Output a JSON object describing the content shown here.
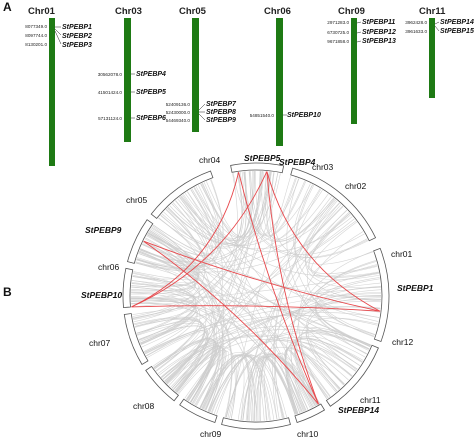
{
  "panel_a": {
    "letter": "A",
    "chromosomes": [
      {
        "name": "Chr01",
        "genes": [
          {
            "pos": "8077349.0",
            "name": "StPEBP1"
          },
          {
            "pos": "8097744.0",
            "name": "StPEBP2"
          },
          {
            "pos": "8130201.0",
            "name": "StPEBP3"
          }
        ]
      },
      {
        "name": "Chr03",
        "genes": [
          {
            "pos": "30562078.0",
            "name": "StPEBP4"
          },
          {
            "pos": "41501424.0",
            "name": "StPEBP5"
          },
          {
            "pos": "57131124.0",
            "name": "StPEBP6"
          }
        ]
      },
      {
        "name": "Chr05",
        "genes": [
          {
            "pos": "52409136.0",
            "name": "StPEBP7"
          },
          {
            "pos": "52430000.0",
            "name": "StPEBP8"
          },
          {
            "pos": "54469340.0",
            "name": "StPEBP9"
          }
        ]
      },
      {
        "name": "Chr06",
        "genes": [
          {
            "pos": "54851540.0",
            "name": "StPEBP10"
          }
        ]
      },
      {
        "name": "Chr09",
        "genes": [
          {
            "pos": "2971283.0",
            "name": "StPEBP11"
          },
          {
            "pos": "6730725.0",
            "name": "StPEBP12"
          },
          {
            "pos": "9671858.0",
            "name": "StPEBP13"
          }
        ]
      },
      {
        "name": "Chr11",
        "genes": [
          {
            "pos": "3962428.0",
            "name": "StPEBP14"
          },
          {
            "pos": "3961633.0",
            "name": "StPEBP15"
          }
        ]
      }
    ]
  },
  "panel_b": {
    "letter": "B",
    "chromosomes": [
      "chr01",
      "chr12",
      "chr11",
      "chr10",
      "chr09",
      "chr08",
      "chr07",
      "chr06",
      "chr05",
      "chr04",
      "chr03",
      "chr02"
    ],
    "genes": [
      "StPEBP1",
      "StPEBP14",
      "StPEBP10",
      "StPEBP9",
      "StPEBP5",
      "StPEBP4"
    ],
    "colors": {
      "chromosome_bar": "#1e7a14",
      "synteny_background": "#cccccc",
      "gene_pairs": "#e8474b"
    }
  }
}
